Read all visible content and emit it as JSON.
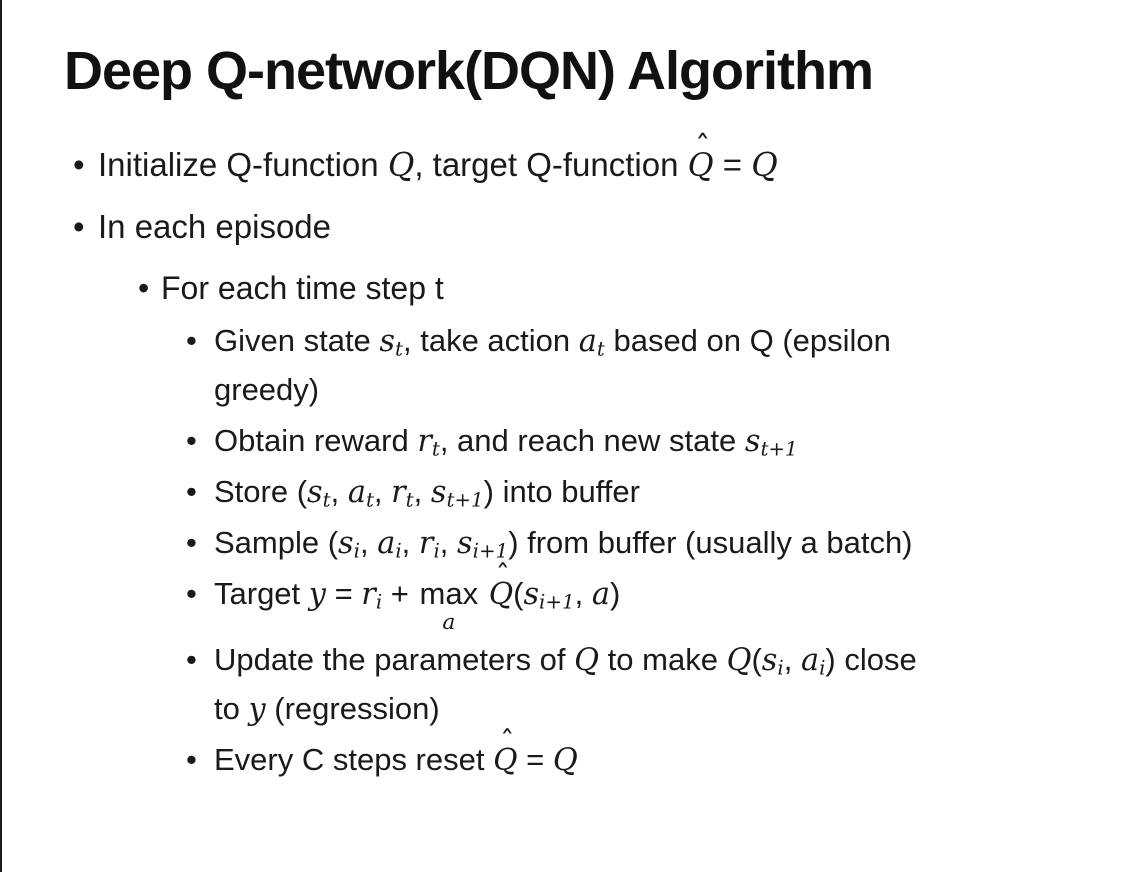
{
  "page": {
    "background": "#ffffff",
    "edge_color": "#1c1c1c",
    "text_color": "#1a1a1a"
  },
  "slide": {
    "title": "Deep Q-network(DQN) Algorithm",
    "bullet_char": "•",
    "bullets": [
      {
        "level": 1,
        "runs": [
          {
            "x": "Initialize Q-function "
          },
          {
            "x": "Q",
            "m": 1
          },
          {
            "x": ", target Q-function "
          },
          {
            "x": "Q",
            "m": 1,
            "hat": "ˆ"
          },
          {
            "x": " = "
          },
          {
            "x": "Q",
            "m": 1
          }
        ]
      },
      {
        "level": 1,
        "runs": [
          {
            "x": "In each episode"
          }
        ]
      },
      {
        "level": 2,
        "runs": [
          {
            "x": "For each time step t"
          }
        ]
      },
      {
        "level": 3,
        "runs": [
          {
            "x": "Given state "
          },
          {
            "x": "s",
            "m": 1
          },
          {
            "x": "t",
            "sub": 1
          },
          {
            "x": ", take action "
          },
          {
            "x": "a",
            "m": 1
          },
          {
            "x": "t",
            "sub": 1
          },
          {
            "x": " based on Q (epsilon"
          },
          {
            "br": 1
          },
          {
            "x": "greedy)"
          }
        ]
      },
      {
        "level": 3,
        "runs": [
          {
            "x": "Obtain reward "
          },
          {
            "x": "r",
            "m": 1
          },
          {
            "x": "t",
            "sub": 1
          },
          {
            "x": ", and reach new state "
          },
          {
            "x": "s",
            "m": 1
          },
          {
            "x": "t+1",
            "sub": 1
          }
        ]
      },
      {
        "level": 3,
        "runs": [
          {
            "x": "Store ("
          },
          {
            "x": "s",
            "m": 1
          },
          {
            "x": "t",
            "sub": 1
          },
          {
            "x": ", "
          },
          {
            "x": "a",
            "m": 1
          },
          {
            "x": "t",
            "sub": 1
          },
          {
            "x": ", "
          },
          {
            "x": "r",
            "m": 1
          },
          {
            "x": "t",
            "sub": 1
          },
          {
            "x": ", "
          },
          {
            "x": "s",
            "m": 1
          },
          {
            "x": "t+1",
            "sub": 1
          },
          {
            "x": ") into buffer"
          }
        ]
      },
      {
        "level": 3,
        "runs": [
          {
            "x": "Sample ("
          },
          {
            "x": "s",
            "m": 1
          },
          {
            "x": "i",
            "sub": 1
          },
          {
            "x": ", "
          },
          {
            "x": "a",
            "m": 1
          },
          {
            "x": "i",
            "sub": 1
          },
          {
            "x": ", "
          },
          {
            "x": "r",
            "m": 1
          },
          {
            "x": "i",
            "sub": 1
          },
          {
            "x": ", "
          },
          {
            "x": "s",
            "m": 1
          },
          {
            "x": "i+1",
            "sub": 1
          },
          {
            "x": ") from buffer (usually a batch)"
          }
        ]
      },
      {
        "level": 3,
        "runs": [
          {
            "x": "Target "
          },
          {
            "x": "y",
            "m": 1
          },
          {
            "x": " = "
          },
          {
            "x": "r",
            "m": 1
          },
          {
            "x": "i",
            "sub": 1
          },
          {
            "x": " + "
          },
          {
            "x": "max",
            "under": "a"
          },
          {
            "x": " "
          },
          {
            "x": "Q",
            "m": 1,
            "hat": "ˆ"
          },
          {
            "x": "("
          },
          {
            "x": "s",
            "m": 1
          },
          {
            "x": "i+1",
            "sub": 1
          },
          {
            "x": ", "
          },
          {
            "x": "a",
            "m": 1
          },
          {
            "x": ")"
          }
        ]
      },
      {
        "level": 3,
        "runs": [
          {
            "x": "Update the parameters of "
          },
          {
            "x": "Q",
            "m": 1
          },
          {
            "x": " to make "
          },
          {
            "x": "Q",
            "m": 1
          },
          {
            "x": "("
          },
          {
            "x": "s",
            "m": 1
          },
          {
            "x": "i",
            "sub": 1
          },
          {
            "x": ", "
          },
          {
            "x": "a",
            "m": 1
          },
          {
            "x": "i",
            "sub": 1
          },
          {
            "x": ") close"
          },
          {
            "br": 1
          },
          {
            "x": "to "
          },
          {
            "x": "y",
            "m": 1
          },
          {
            "x": " (regression)"
          }
        ]
      },
      {
        "level": 3,
        "runs": [
          {
            "x": "Every C steps reset "
          },
          {
            "x": "Q",
            "m": 1,
            "hat": "ˆ"
          },
          {
            "x": " = "
          },
          {
            "x": "Q",
            "m": 1
          }
        ]
      }
    ]
  }
}
